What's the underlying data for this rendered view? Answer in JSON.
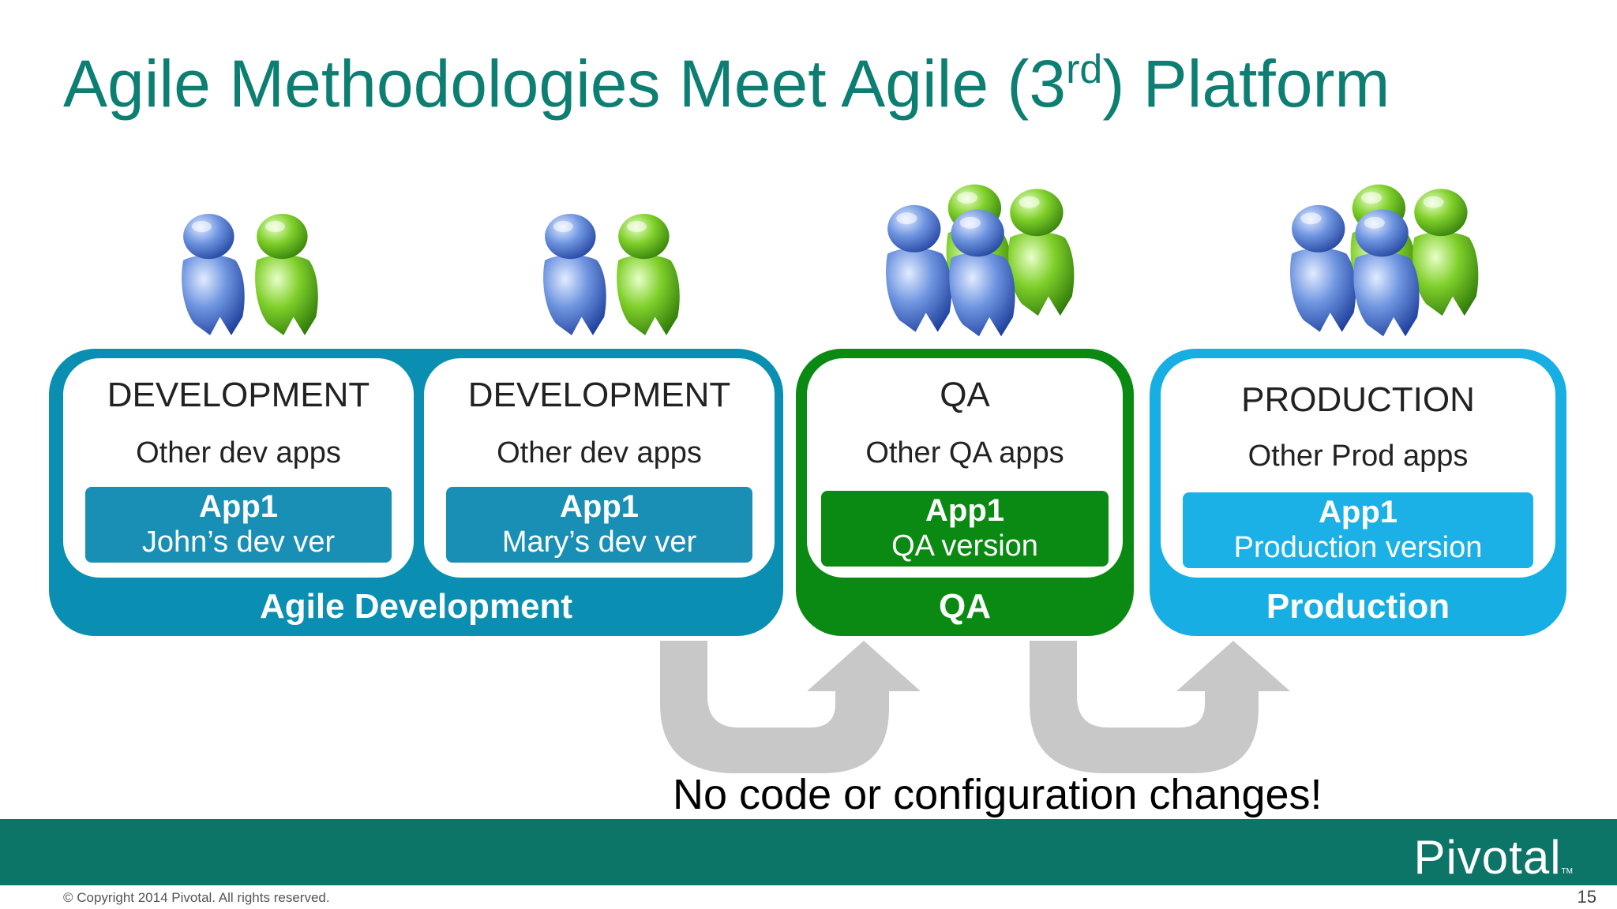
{
  "title": {
    "text": "Agile Methodologies Meet Agile (3",
    "sup": "rd",
    "tail": ") Platform"
  },
  "colors": {
    "title": "#0d7e72",
    "dev": "#0a8fb3",
    "qa": "#0a8a12",
    "prod": "#16aee3",
    "dev_app": "#1a8fb5",
    "prod_app": "#1bb0e6",
    "arrow": "#c8c8c8",
    "footer": "#0d7468"
  },
  "stages": [
    {
      "label": "Agile Development",
      "envs": [
        {
          "title": "DEVELOPMENT",
          "sub": "Other dev apps",
          "app": "App1",
          "version": "John’s dev ver"
        },
        {
          "title": "DEVELOPMENT",
          "sub": "Other dev apps",
          "app": "App1",
          "version": "Mary’s dev ver"
        }
      ]
    },
    {
      "label": "QA",
      "envs": [
        {
          "title": "QA",
          "sub": "Other QA apps",
          "app": "App1",
          "version": "QA version"
        }
      ]
    },
    {
      "label": "Production",
      "envs": [
        {
          "title": "PRODUCTION",
          "sub": "Other Prod apps",
          "app": "App1",
          "version": "Production version"
        }
      ]
    }
  ],
  "note": "No code or configuration changes!",
  "footer": {
    "logo": "Pivotal",
    "tm": "TM",
    "copyright": "© Copyright 2014 Pivotal. All rights reserved.",
    "page": "15"
  },
  "icons": [
    "user-blue-icon",
    "user-green-icon",
    "promote-arrow-icon"
  ]
}
